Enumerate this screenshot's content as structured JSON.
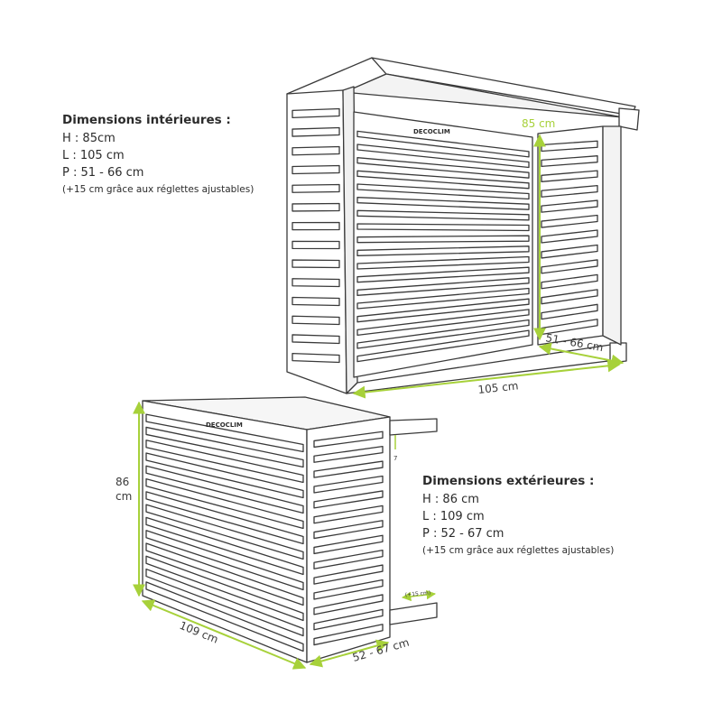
{
  "brand": "DECOCLIM",
  "accent_color": "#a7d13a",
  "line_color": "#3a3a3a",
  "interior": {
    "heading": "Dimensions intérieures :",
    "h": "H : 85cm",
    "l": "L : 105 cm",
    "p": "P : 51 - 66 cm",
    "note": "(+15 cm grâce aux réglettes ajustables)",
    "dim_height": "85 cm",
    "dim_width": "105 cm",
    "dim_depth": "51 - 66 cm"
  },
  "exterior": {
    "heading": "Dimensions extérieures :",
    "h": "H : 86 cm",
    "l": "L : 109 cm",
    "p": "P : 52 - 67 cm",
    "note": "(+15 cm grâce aux réglettes ajustables)",
    "dim_height_value": "86",
    "dim_height_unit": "cm",
    "dim_width": "109 cm",
    "dim_depth": "52 - 67 cm",
    "dim_extension": "(+15 cm)",
    "dim_small": "7"
  }
}
